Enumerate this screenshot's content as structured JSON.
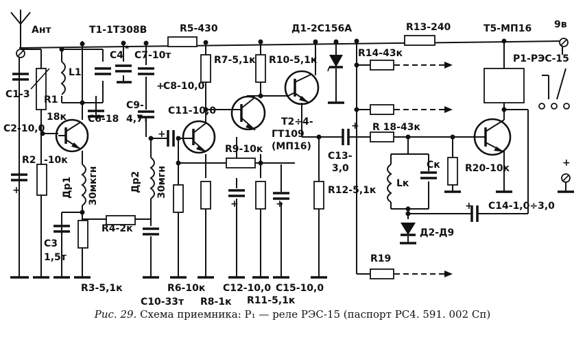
{
  "labels": {
    "ant": "Ант",
    "t1": "Т1-1Т308В",
    "r5": "R5-430",
    "d1": "Д1-2С156А",
    "r13": "R13-240",
    "t5": "Т5-МП16",
    "volt": "9в",
    "c4": "С4",
    "c4sup": "*",
    "c7": "С7-10т",
    "r7": "R7-5,1к",
    "r10": "R10-5,1к",
    "r14": "R14-43к",
    "p1": "Р1-РЭС-15",
    "l1": "L1",
    "r1": "R1",
    "r1val": "18к",
    "c8": "С8-10,0",
    "c8plus": "+",
    "c1": "С1-3",
    "c6": "С6-18",
    "c9": "С9-",
    "c9val": "4,7т",
    "c11": "С11-10,0",
    "t24": "Т2÷4-",
    "t24b": "ГТ109",
    "t24c": "(МП16)",
    "c2": "С2-10,0",
    "r2": "R2",
    "r2val": "-10к",
    "r9": "R9-10к",
    "r18": "R 18-43к",
    "c13": "С13-",
    "c13val": "3,0",
    "ck": "Ск",
    "lk": "Lк",
    "r20": "R20-10к",
    "dr1": "Др1",
    "dr1val": "30мкгн",
    "dr2": "Др2",
    "dr2val": "30мгн",
    "r12": "R12-5,1к",
    "c14": "С14-1,0÷3,0",
    "r4": "R4-2к",
    "c3": "С3",
    "c3val": "1,5т",
    "d2": "Д2-Д9",
    "r19": "R19",
    "r3": "R3-5,1к",
    "r6": "R6-10к",
    "c12": "С12-10,0",
    "c15": "С15-10,0",
    "c10": "С10-33т",
    "r8": "R8-1к",
    "r11": "R11-5,1к",
    "plus": "+"
  },
  "caption": {
    "prefix": "Рис. 29.",
    "text": "Схема приемника: Р₁ — реле РЭС-15 (паспорт РС4. 591. 002 Сп)"
  }
}
